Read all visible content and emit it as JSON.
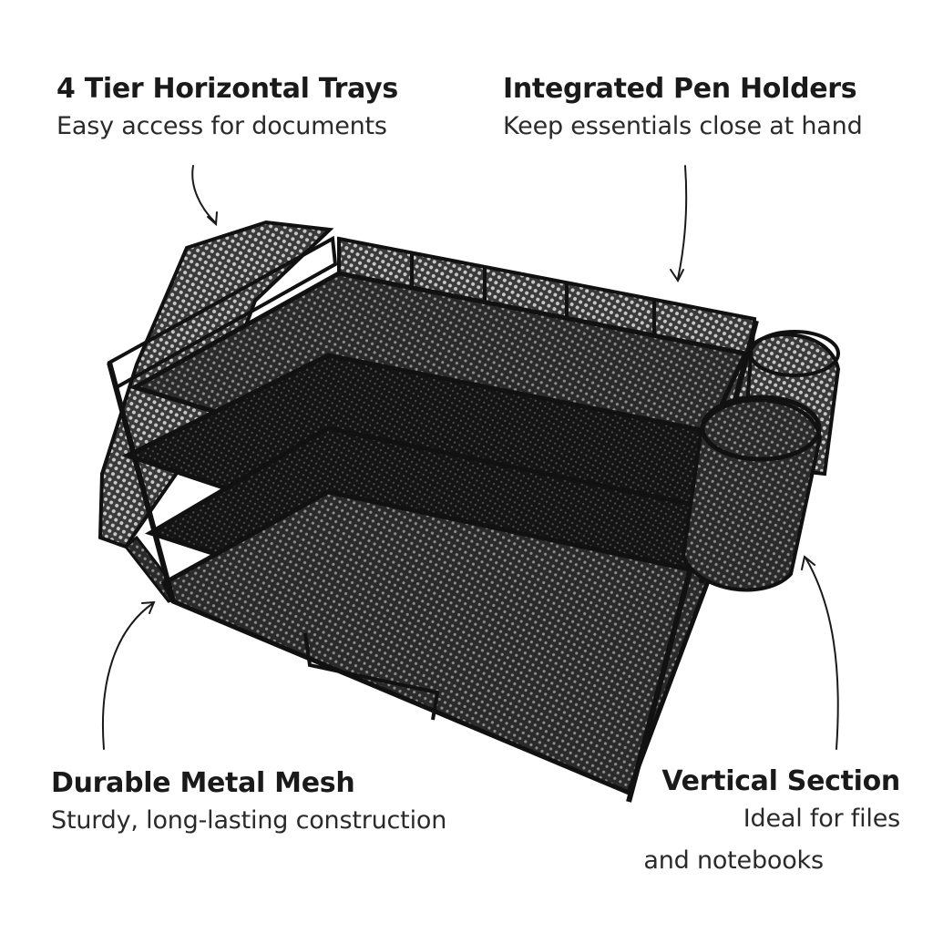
{
  "callouts": [
    {
      "title": "4 Tier Horizontal Trays",
      "subtitle": "Easy access for documents"
    },
    {
      "title": "Integrated Pen Holders",
      "subtitle": "Keep essentials close at hand"
    },
    {
      "title": "Durable Metal Mesh",
      "subtitle": "Sturdy, long-lasting construction"
    },
    {
      "title": "Vertical Section",
      "subtitle_line1": "Ideal for files",
      "subtitle_line2": "and notebooks"
    }
  ],
  "colors": {
    "background": "#ffffff",
    "text": "#1a1a1a",
    "product": "#161616"
  }
}
